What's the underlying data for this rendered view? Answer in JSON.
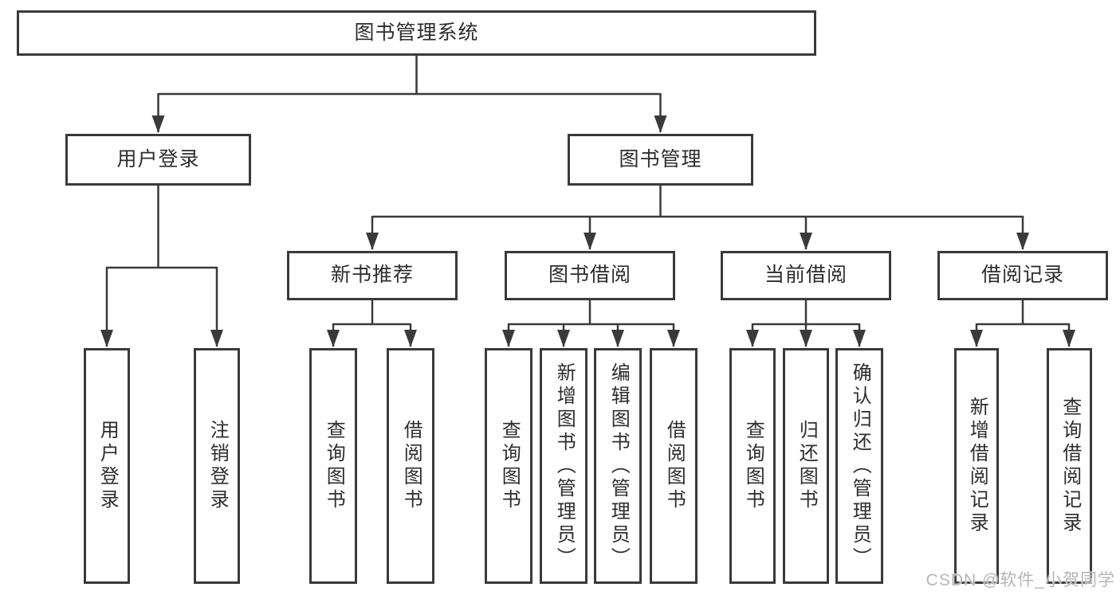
{
  "tree": {
    "root": {
      "label": "图书管理系统"
    },
    "branches": [
      {
        "label": "用户登录",
        "children": [
          {
            "label": "用户登录"
          },
          {
            "label": "注销登录"
          }
        ]
      },
      {
        "label": "图书管理",
        "children": [
          {
            "label": "新书推荐",
            "children": [
              {
                "label": "查询图书"
              },
              {
                "label": "借阅图书"
              }
            ]
          },
          {
            "label": "图书借阅",
            "children": [
              {
                "label": "查询图书"
              },
              {
                "label": "新增图书（管理员）"
              },
              {
                "label": "编辑图书（管理员）"
              },
              {
                "label": "借阅图书"
              }
            ]
          },
          {
            "label": "当前借阅",
            "children": [
              {
                "label": "查询图书"
              },
              {
                "label": "归还图书"
              },
              {
                "label": "确认归还（管理员）"
              }
            ]
          },
          {
            "label": "借阅记录",
            "children": [
              {
                "label": "新增借阅记录"
              },
              {
                "label": "查询借阅记录"
              }
            ]
          }
        ]
      }
    ]
  },
  "watermark": {
    "text": "CSDN @软件_小贺同学"
  },
  "colors": {
    "line": "#3a3a3a",
    "text": "#2d2d2d",
    "watermark": "#b5b5b5",
    "background": "#ffffff"
  }
}
